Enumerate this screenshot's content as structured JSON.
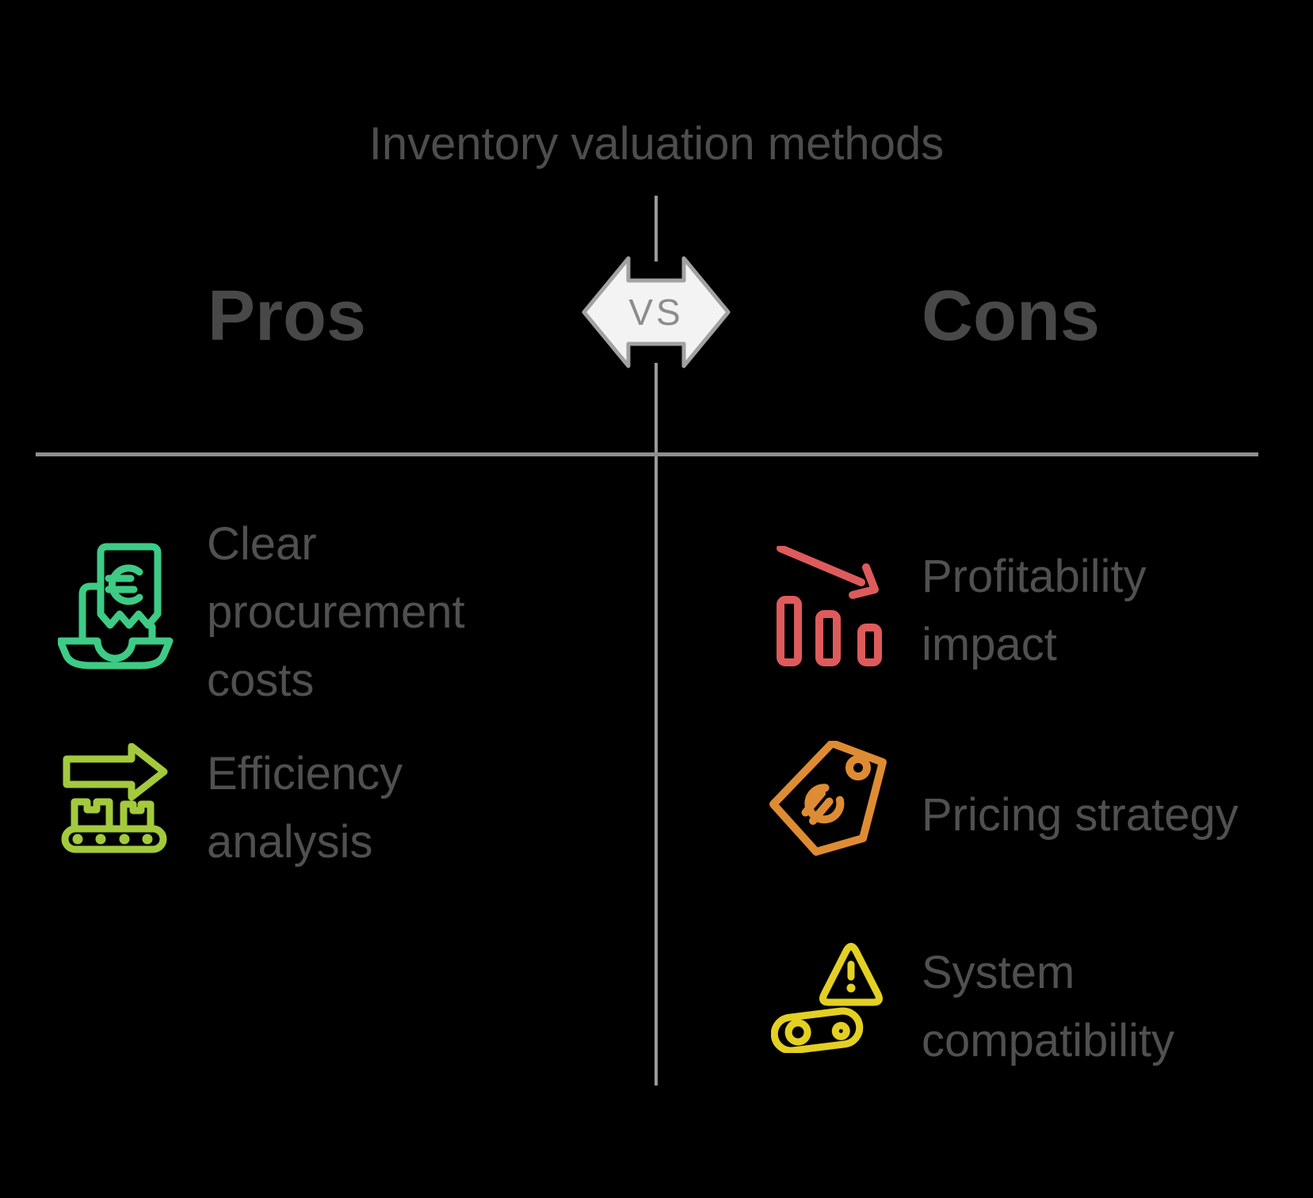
{
  "title": "Inventory valuation methods",
  "vs_label": "VS",
  "columns": {
    "pros": {
      "heading": "Pros",
      "items": [
        {
          "label": "Clear\nprocurement\ncosts",
          "icon": "laptop-receipt-euro",
          "color": "#3dcb85"
        },
        {
          "label": "Efficiency\nanalysis",
          "icon": "conveyor-belt-arrow",
          "color": "#a3c93d"
        }
      ]
    },
    "cons": {
      "heading": "Cons",
      "items": [
        {
          "label": "Profitability\nimpact",
          "icon": "declining-bar-chart",
          "color": "#de5b5b"
        },
        {
          "label": "Pricing strategy",
          "icon": "price-tag-euro",
          "color": "#de8c33"
        },
        {
          "label": "System\ncompatibility",
          "icon": "warning-triangle-chain",
          "color": "#e3d023"
        }
      ]
    }
  },
  "colors": {
    "background": "#000000",
    "title_text": "#4d4d4d",
    "heading_text": "#484848",
    "body_text": "#505050",
    "divider": "#8f8f8f",
    "vs_fill": "#f3f3f3",
    "vs_border": "#a2a2a2",
    "vs_text": "#8d8d8d"
  }
}
